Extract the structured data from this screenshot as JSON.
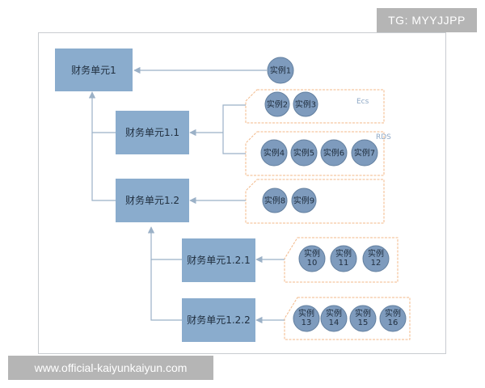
{
  "watermarks": {
    "top": "TG: MYYJJPP",
    "bottom": "www.official-kaiyunkaiyun.com"
  },
  "colors": {
    "unit_fill": "#8aaccd",
    "instance_fill": "#7e9bbd",
    "instance_stroke": "#627f9f",
    "connector": "#9bb1c7",
    "group_border": "#f3b98a"
  },
  "units": {
    "u1": "财务单元1",
    "u11": "财务单元1.1",
    "u12": "财务单元1.2",
    "u121": "财务单元1.2.1",
    "u122": "财务单元1.2.2"
  },
  "groups": {
    "ecs_label": "Ecs",
    "rds_label": "RDS"
  },
  "instances": {
    "i1": [
      "实例1"
    ],
    "i2": [
      "实例2"
    ],
    "i3": [
      "实例3"
    ],
    "i4": [
      "实例4"
    ],
    "i5": [
      "实例5"
    ],
    "i6": [
      "实例6"
    ],
    "i7": [
      "实例7"
    ],
    "i8": [
      "实例8"
    ],
    "i9": [
      "实例9"
    ],
    "i10": [
      "实例",
      "10"
    ],
    "i11": [
      "实例",
      "11"
    ],
    "i12": [
      "实例",
      "12"
    ],
    "i13": [
      "实例",
      "13"
    ],
    "i14": [
      "实例",
      "14"
    ],
    "i15": [
      "实例",
      "15"
    ],
    "i16": [
      "实例",
      "16"
    ]
  }
}
